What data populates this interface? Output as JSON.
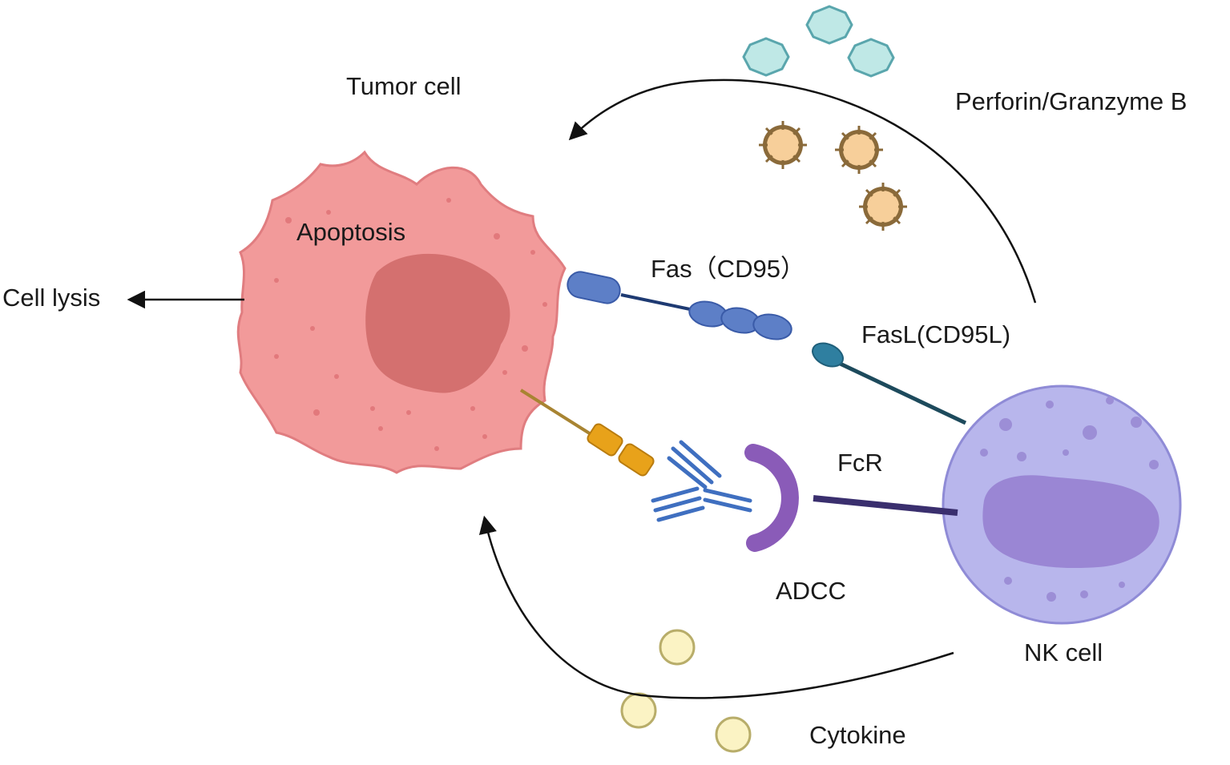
{
  "labels": {
    "tumor_cell": "Tumor cell",
    "apoptosis": "Apoptosis",
    "cell_lysis": "Cell lysis",
    "perforin_granzyme": "Perforin/Granzyme B",
    "fas": "Fas（CD95）",
    "fasl": "FasL(CD95L)",
    "fcr": "FcR",
    "adcc": "ADCC",
    "nk_cell": "NK cell",
    "cytokine": "Cytokine"
  },
  "colors": {
    "tumor_cell": "#f29a9a",
    "tumor_nucleus": "#d4706f",
    "nk_cell": "#b8b6ec",
    "nk_nucleus": "#9a86d4",
    "fas_receptor": "#5d7fc7",
    "fasl_ligand": "#2f7fa0",
    "antigen": "#e8a21a",
    "antibody": "#3f6fc0",
    "fc_receptor": "#8a5bb8",
    "perforin": "#bfe8e6",
    "granzyme": "#f7cf9a",
    "cytokine": "#fbf3c4"
  }
}
